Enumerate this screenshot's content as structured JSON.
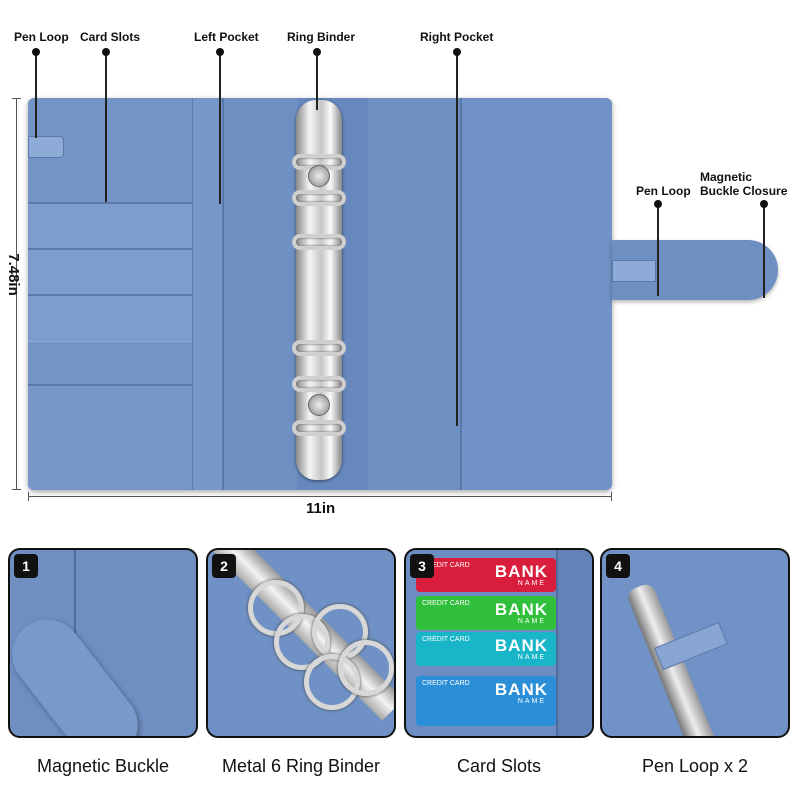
{
  "callouts": {
    "pen_loop": "Pen Loop",
    "card_slots": "Card Slots",
    "left_pocket": "Left Pocket",
    "ring_binder": "Ring Binder",
    "right_pocket": "Right Pocket",
    "pen_loop_right": "Pen Loop",
    "magnetic_line1": "Magnetic",
    "magnetic_line2": "Buckle Closure"
  },
  "dimensions": {
    "height": "7.48in",
    "width": "11in"
  },
  "features": [
    {
      "num": "1",
      "caption": "Magnetic Buckle"
    },
    {
      "num": "2",
      "caption": "Metal 6 Ring Binder"
    },
    {
      "num": "3",
      "caption": "Card Slots"
    },
    {
      "num": "4",
      "caption": "Pen Loop x 2"
    }
  ],
  "cards": [
    {
      "label": "CREDIT CARD",
      "bank": "BANK",
      "name": "NAME",
      "color": "#d81e3c"
    },
    {
      "label": "CREDIT CARD",
      "bank": "BANK",
      "name": "NAME",
      "color": "#2fbf3a"
    },
    {
      "label": "CREDIT CARD",
      "bank": "BANK",
      "name": "NAME",
      "color": "#19b6c9"
    },
    {
      "label": "CREDIT CARD",
      "bank": "BANK",
      "name": "NAME",
      "color": "#2a8fd6"
    }
  ],
  "colors": {
    "binder_blue": "#6e8fc2",
    "leader": "#222222"
  }
}
